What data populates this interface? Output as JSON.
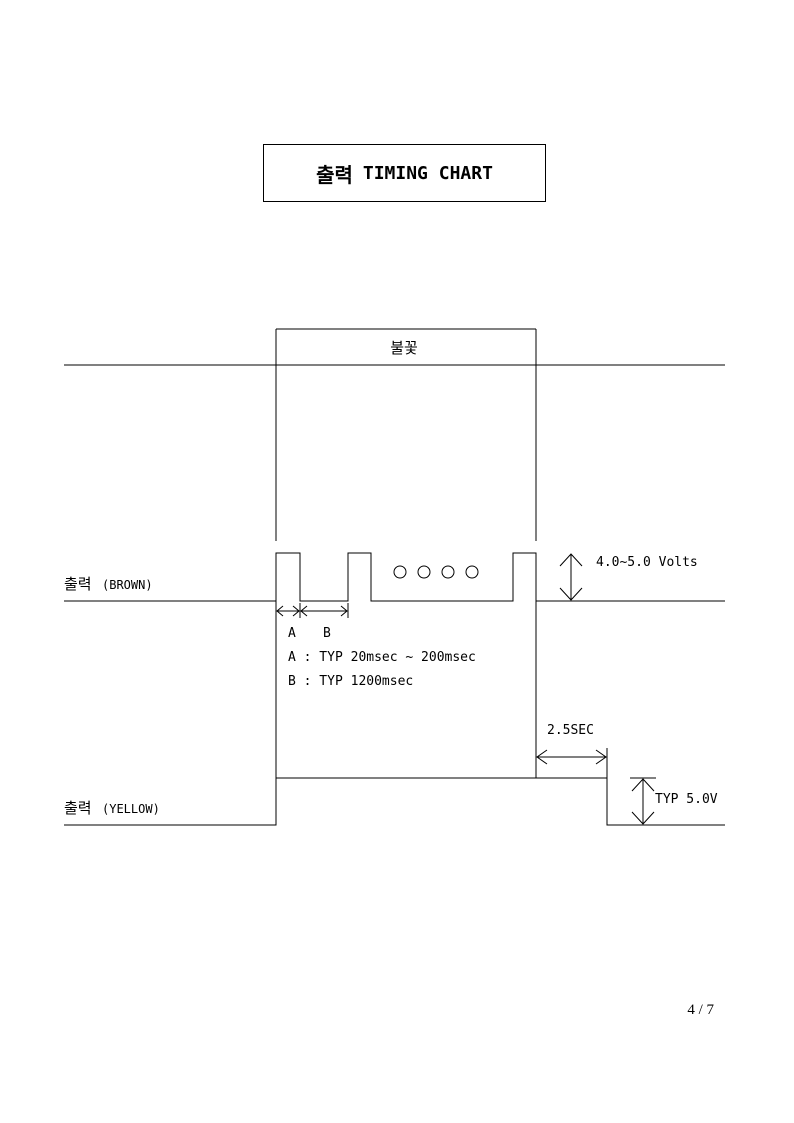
{
  "title": {
    "korean": "출력",
    "english": "TIMING CHART"
  },
  "diagram": {
    "header_label": "불꽃",
    "channels": [
      {
        "label_kr": "출력",
        "label_en": "(BROWN)"
      },
      {
        "label_kr": "출력",
        "label_en": "(YELLOW)"
      }
    ],
    "brown_amplitude": "4.0~5.0 Volts",
    "repeat_marker": "○ ○ ○ ○",
    "segment_a": "A",
    "segment_b": "B",
    "note_a": "A : TYP 20msec ~ 200msec",
    "note_b": "B : TYP 1200msec",
    "delay_label": "2.5SEC",
    "yellow_amplitude": "TYP 5.0V"
  },
  "page_number": "4 / 7"
}
